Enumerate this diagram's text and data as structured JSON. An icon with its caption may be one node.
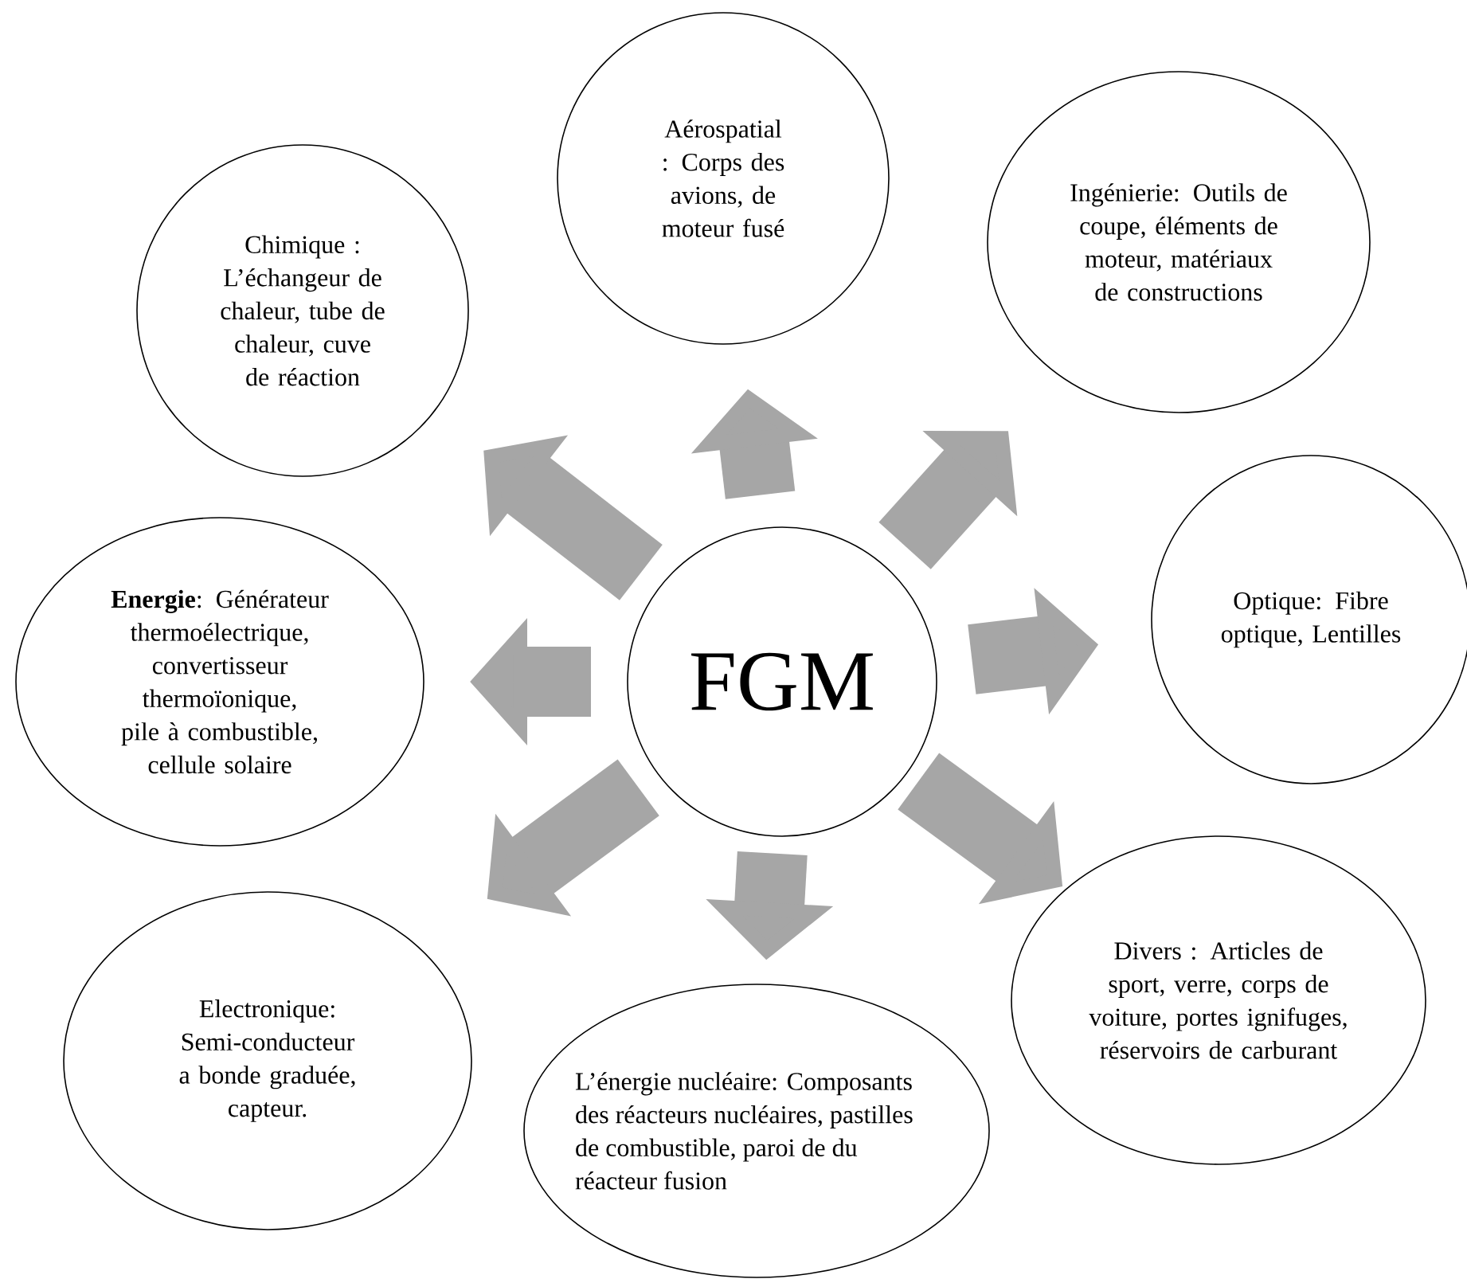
{
  "diagram": {
    "nodes": [
      {
        "text": [
          "FGM"
        ]
      },
      {
        "text": [
          "Aérospatial : Corps des avions, de moteur fusé"
        ]
      },
      {
        "text": [
          "Ingénierie: Outils de coupe, éléments de moteur, matériaux de constructions"
        ]
      },
      {
        "text": [
          "Chimique : L’échangeur de chaleur, tube de chaleur, cuve de réaction"
        ]
      },
      {
        "text": [
          "Optique: Fibre optique, Lentilles"
        ]
      },
      {
        "text": [
          "**Energie**: Générateur thermoélectrique, convertisseur thermoïonique, pile à combustible, cellule solaire"
        ]
      },
      {
        "text": [
          "Electronique: Semi-conducteur a bonde graduée, capteur."
        ]
      },
      {
        "text": [
          "L’énergie nucléaire: Composants des réacteurs nucléaires, pastilles de combustible, paroi de du réacteur fusion"
        ]
      },
      {
        "text": [
          "Divers : Articles de sport, verre, corps de voiture, portes ignifuges, réservoirs de carburant"
        ]
      }
    ],
    "edges": [
      {
        "from": 0,
        "to": 1,
        "arrow": "to"
      },
      {
        "from": 0,
        "to": 2,
        "arrow": "to"
      },
      {
        "from": 0,
        "to": 3,
        "arrow": "to"
      },
      {
        "from": 0,
        "to": 4,
        "arrow": "to"
      },
      {
        "from": 0,
        "to": 5,
        "arrow": "to"
      },
      {
        "from": 0,
        "to": 6,
        "arrow": "to"
      },
      {
        "from": 0,
        "to": 7,
        "arrow": "to"
      },
      {
        "from": 0,
        "to": 8,
        "arrow": "to"
      }
    ]
  }
}
